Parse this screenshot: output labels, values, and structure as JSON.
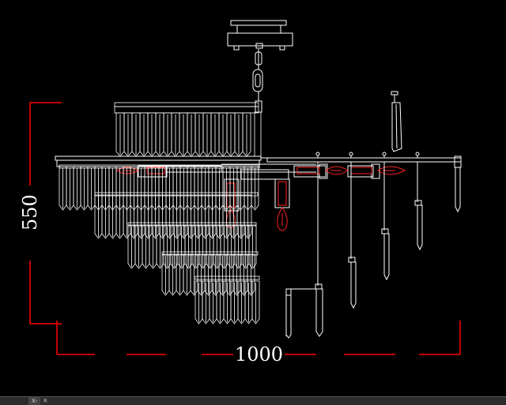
{
  "drawing": {
    "dimension_height": "550",
    "dimension_width": "1000"
  },
  "colors": {
    "background": "#000000",
    "linework": "#ffffff",
    "dimension": "#ff0000",
    "bulb": "#ff2020"
  },
  "statusbar": {
    "tabs": [
      {
        "label": "X-"
      },
      {
        "label": "R"
      }
    ]
  }
}
